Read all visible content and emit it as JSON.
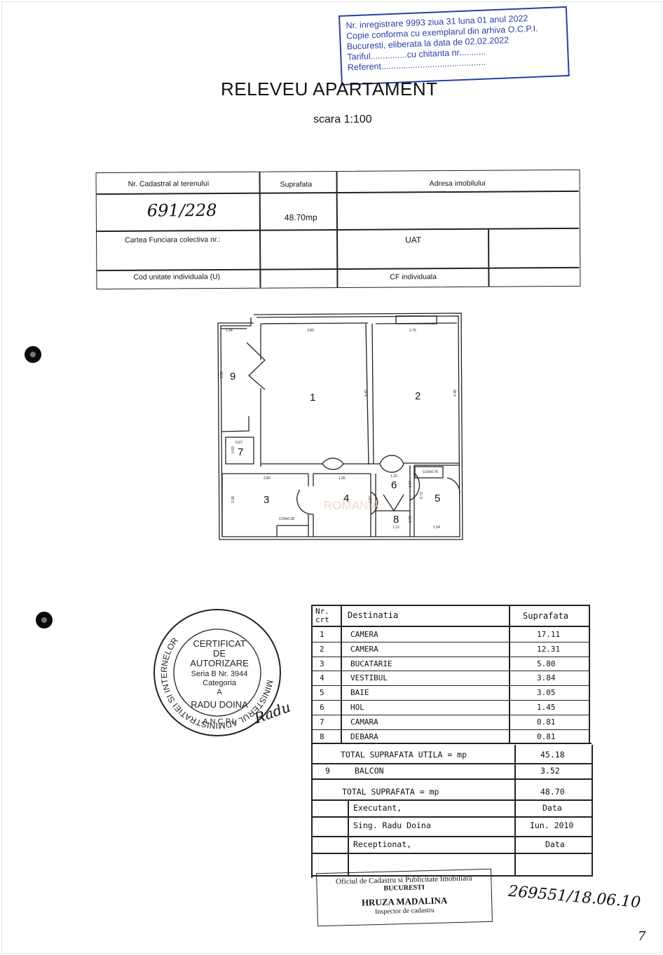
{
  "stamp_ocpi": {
    "line1": "Nr. inregistrare 9993 ziua 31 luna 01 anul 2022",
    "line2": "Copie conforma cu exemplarul din arhiva O.C.P.I.",
    "line3": "Bucuresti, eliberata la data de 02.02.2022",
    "line4": "Tariful...............cu chitanta nr...........",
    "line5": "Referent..........................................."
  },
  "title": "RELEVEU APARTAMENT",
  "scale": "scara 1:100",
  "cadastral_table": {
    "h_nr_cadastral": "Nr. Cadastral al terenului",
    "h_suprafata": "Suprafata",
    "h_adresa": "Adresa imobilului",
    "nr_cadastral": "691/228",
    "suprafata": "48.70mp",
    "carte_funciara": "Cartea Funciara colectiva nr.:",
    "uat": "UAT",
    "cod_unitate": "Cod unitate individuala (U)",
    "cf_individuala": "CF individuala"
  },
  "plan": {
    "rooms": [
      "1",
      "2",
      "3",
      "4",
      "5",
      "6",
      "7",
      "8",
      "9"
    ],
    "dims": {
      "d1": "1.94",
      "d2": "3.80",
      "d3": "2.75",
      "d4": "3.30",
      "d5": "4.49",
      "d6": "4.48",
      "d7": "0.97",
      "d8": "0.83",
      "d9": "2.80",
      "d10": "1.95",
      "d11": "1.10",
      "d12": "0.20x0.76",
      "d13": "2.08",
      "d14": "1.97",
      "d15": "1.37",
      "d16": "0.73",
      "d17": "0.24x0.28",
      "d18": "1.12",
      "d19": "1.54",
      "d20": "0.75"
    },
    "watermark": "ROMANIA"
  },
  "seal": {
    "ring": "MINISTERUL ADMINISTRATIEI SI INTERNELOR",
    "l1": "CERTIFICAT",
    "l2": "DE",
    "l3": "AUTORIZARE",
    "l4": "Seria B Nr. 3944",
    "l5": "Categoria",
    "l6": "A",
    "l7": "RADU DOINA",
    "l8": "A.N.C.P.I.",
    "signature": "Radu"
  },
  "area_table": {
    "h_nr": "Nr.",
    "h_crt": "crt",
    "h_destinatia": "Destinatia",
    "h_suprafata": "Suprafata",
    "rows": [
      {
        "nr": "1",
        "dest": "CAMERA",
        "sup": "17.11"
      },
      {
        "nr": "2",
        "dest": "CAMERA",
        "sup": "12.31"
      },
      {
        "nr": "3",
        "dest": "BUCATARIE",
        "sup": "5.80"
      },
      {
        "nr": "4",
        "dest": "VESTIBUL",
        "sup": "3.84"
      },
      {
        "nr": "5",
        "dest": "BAIE",
        "sup": "3.05"
      },
      {
        "nr": "6",
        "dest": "HOL",
        "sup": "1.45"
      },
      {
        "nr": "7",
        "dest": "CAMARA",
        "sup": "0.81"
      },
      {
        "nr": "8",
        "dest": "DEBARA",
        "sup": "0.81"
      }
    ],
    "total_utila_label": "TOTAL SUPRAFATA UTILA = mp",
    "total_utila": "45.18",
    "balcon_nr": "9",
    "balcon": "BALCON",
    "balcon_sup": "3.52",
    "total_label": "TOTAL SUPRAFATA = mp",
    "total": "48.70",
    "executant": "Executant,",
    "data1": "Data",
    "executant_name": "Sing. Radu Doina",
    "executant_date": "Iun. 2010",
    "receptionat": "Receptionat,",
    "data2": "Data"
  },
  "ocpi_box": {
    "l1": "Oficiul de Cadastru si Publicitate Imobiliara",
    "l2": "BUCURESTI",
    "l3": "HRUZA MADALINA",
    "l4": "Inspector de cadastru"
  },
  "handwritten_note": "269551/18.06.10",
  "page_number": "7"
}
